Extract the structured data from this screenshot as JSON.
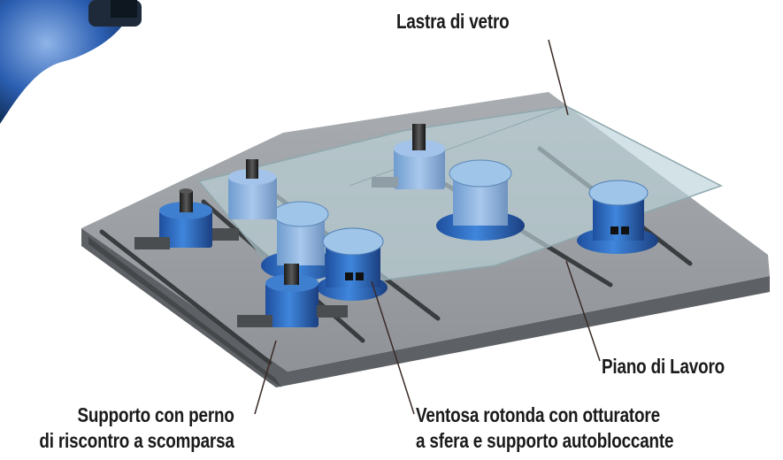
{
  "labels": {
    "glass_sheet": "Lastra di vetro",
    "work_table": "Piano di Lavoro",
    "support_pin": [
      "Supporto con perno",
      "di riscontro a scomparsa"
    ],
    "suction_cup": [
      "Ventosa rotonda con otturatore",
      "a sfera e supporto autobloccante"
    ]
  },
  "colors": {
    "table_top": "#9a9ea2",
    "table_side": "#5d6064",
    "glass": "#bcd3d8",
    "component_blue": "#2f6fc4",
    "text": "#1a1a1a"
  }
}
